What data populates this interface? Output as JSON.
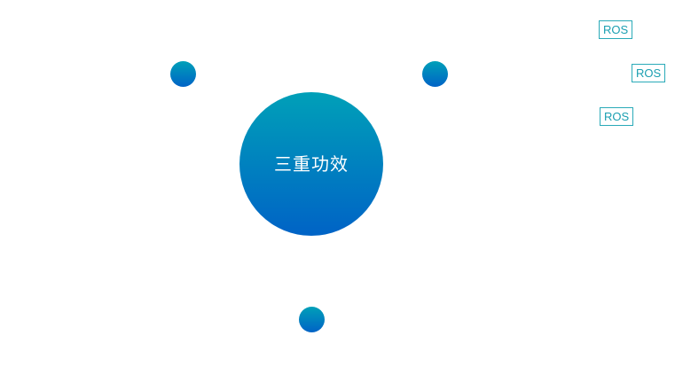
{
  "center": {
    "label": "三重功效"
  },
  "nodes": [
    {
      "id": "left"
    },
    {
      "id": "right"
    },
    {
      "id": "bottom"
    }
  ],
  "tags": [
    {
      "label": "ROS"
    },
    {
      "label": "ROS"
    },
    {
      "label": "ROS"
    }
  ],
  "colors": {
    "gradient_top": "#00A0B8",
    "gradient_bottom": "#0063C6",
    "tag_border": "#2AAAB8",
    "tag_text": "#1A9FB1",
    "background": "#ffffff"
  }
}
